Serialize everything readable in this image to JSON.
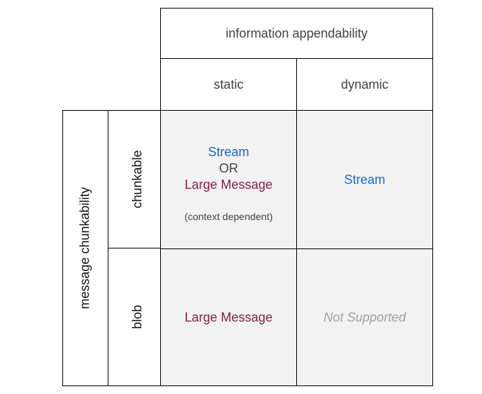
{
  "matrix": {
    "col_axis_title": "information appendability",
    "row_axis_title": "message chunkability",
    "columns": [
      {
        "label": "static"
      },
      {
        "label": "dynamic"
      }
    ],
    "rows": [
      {
        "label": "chunkable"
      },
      {
        "label": "blob"
      }
    ],
    "cells": {
      "chunkable_static": {
        "option1": "Stream",
        "conjunction": "OR",
        "option2": "Large Message",
        "note": "(context dependent)"
      },
      "chunkable_dynamic": {
        "value": "Stream"
      },
      "blob_static": {
        "value": "Large Message"
      },
      "blob_dynamic": {
        "value": "Not Supported"
      }
    },
    "colors": {
      "stream_text": "#1967D2",
      "large_message_text": "#80204E",
      "not_supported_text": "#A2A2A2",
      "header_text": "#424242",
      "axis_label_text": "#111111",
      "cell_background": "#F2F2F2",
      "border": "#000000"
    }
  }
}
